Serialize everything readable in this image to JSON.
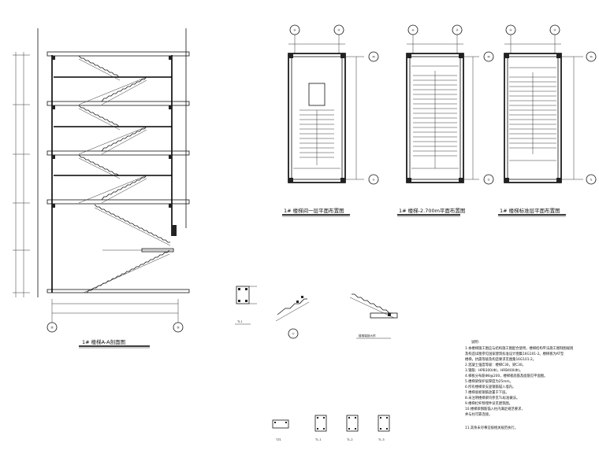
{
  "drawing": {
    "section_title": "1# 楼梯A-A剖面图",
    "plan_titles": [
      "1# 楼梯间一层平面布置图",
      "1# 楼梯-2.700m平面布置图",
      "1# 楼梯标准层平面布置图"
    ],
    "grid_labels": {
      "section_bottom": [
        "⑭",
        "⑭"
      ],
      "plan_top": [
        "⑥",
        "⑩"
      ],
      "plan_right": [
        "M",
        "G"
      ]
    },
    "detail_labels": {
      "tl_section": "TL1",
      "circle_detail": "①",
      "stair_end_detail": "楼梯端部大样",
      "beam_sections": [
        "TZ1",
        "TL-1",
        "TL-2",
        "TL-3"
      ]
    },
    "notes_title": "说明:",
    "notes": [
      "1.本楼梯施工图应与结构施工图配合使用，楼梯结构平法施工图制图规则",
      "  及构造详图参见国家建筑标准设计图集16G101-2。楼梯板为AT型",
      "  楼梯，抗震等级及构造要求见图集16G101-2。",
      "2.混凝土强度等级：楼梯C30，梁C30。",
      "3.钢筋：HPB300(Φ)，HRB400(Φ)。",
      "4.梯板分布筋Φ8@200，楼梯板底筋及面筋见平面图。",
      "5.楼梯梁保护层厚度为25mm。",
      "6.所有楼梯梁支座钢筋锚入墙内。",
      "7.楼梯底板钢筋放置于下层。",
      "8.未注明楼梯梁均参见TL标准做法。",
      "9.楼梯栏杆预埋件详见建筑图。",
      "10.楼梯梁钢筋锚入柱内满足规范要求，",
      "   并与柱可靠连接。",
      "11.其余未尽事宜按相关规范执行。"
    ]
  }
}
